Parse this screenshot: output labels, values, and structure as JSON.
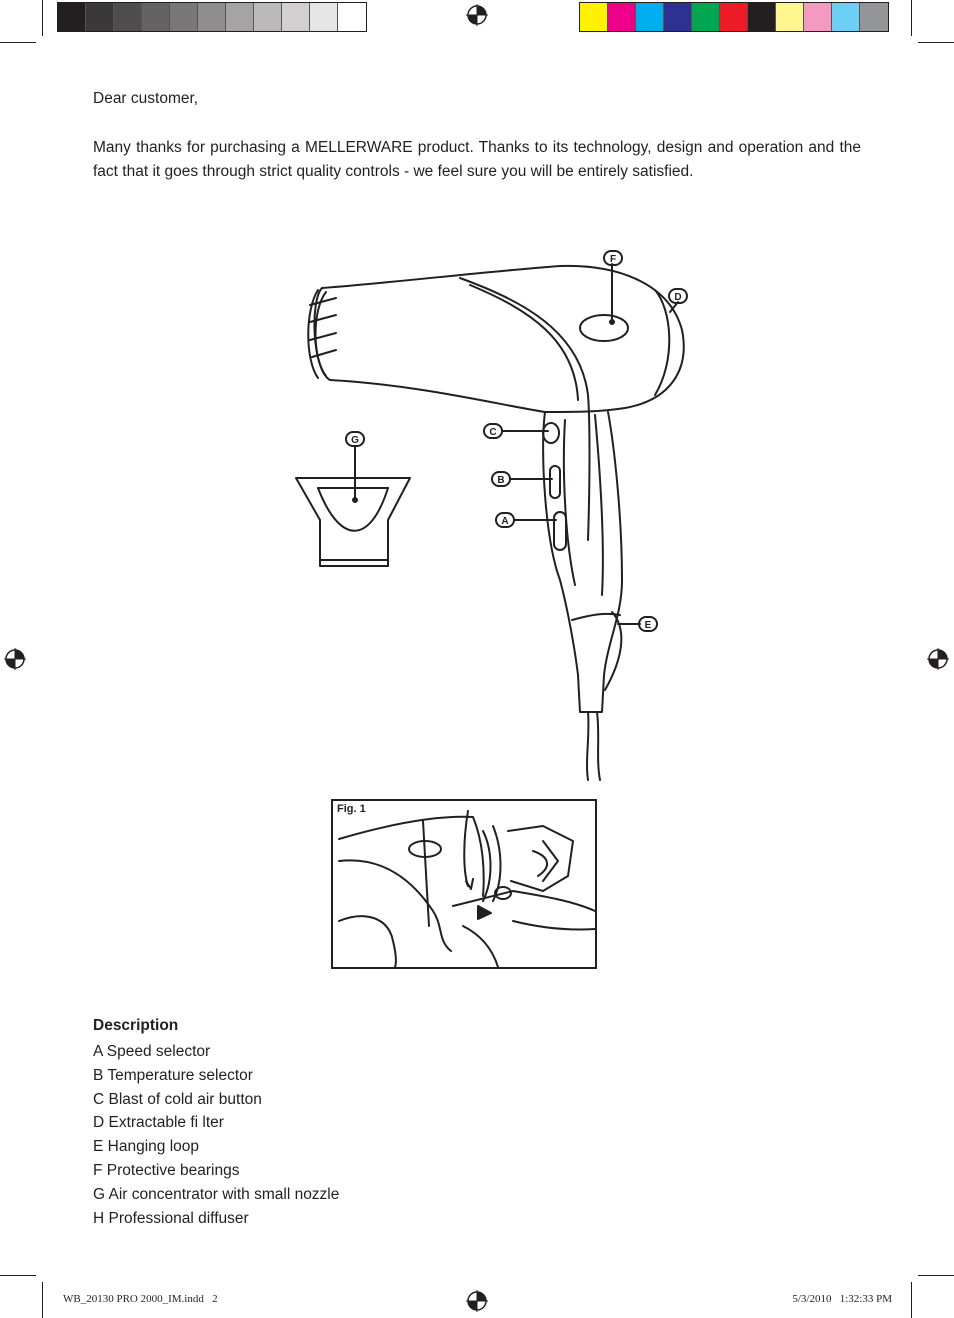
{
  "print_marks": {
    "gray_swatches": [
      "#231f20",
      "#3a3839",
      "#4f4d4e",
      "#646263",
      "#797778",
      "#8f8d8e",
      "#a5a3a4",
      "#bbb9ba",
      "#d1cfd0",
      "#e6e5e5",
      "#ffffff"
    ],
    "color_swatches": [
      "#fff200",
      "#ec008c",
      "#00aeef",
      "#2e3192",
      "#00a651",
      "#ed1c24",
      "#231f20",
      "#fff68f",
      "#f49ac1",
      "#6dcff6",
      "#939598"
    ]
  },
  "letter": {
    "greeting": "Dear customer,",
    "intro": "Many thanks for purchasing a MELLERWARE product. Thanks to its technology, design and operation and the fact that it goes through strict quality controls - we feel sure you will be entirely satisfied."
  },
  "diagram": {
    "callouts": [
      "A",
      "B",
      "C",
      "D",
      "E",
      "F",
      "G"
    ],
    "fig_label": "Fig. 1"
  },
  "description": {
    "title": "Description",
    "items": [
      "A Speed selector",
      "B Temperature selector",
      "C Blast of cold air button",
      "D Extractable fi lter",
      "E Hanging loop",
      "F Protective bearings",
      "G Air concentrator with small nozzle",
      "H Professional diffuser"
    ]
  },
  "footer": {
    "file": "WB_20130 PRO 2000_IM.indd   2",
    "datetime": "5/3/2010   1:32:33 PM"
  }
}
